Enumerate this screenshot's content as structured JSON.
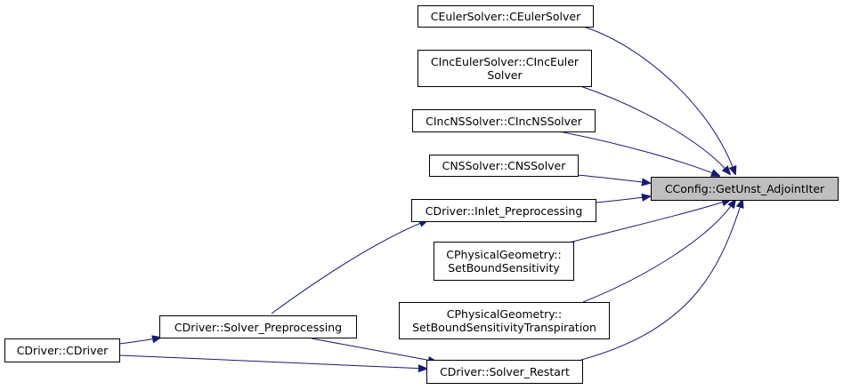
{
  "graph": {
    "colors": {
      "edge": "#191970",
      "focus_fill": "#bfbfbf",
      "node_border": "#000000"
    },
    "nodes": {
      "target": {
        "label": "CConfig::GetUnst_AdjointIter"
      },
      "ceuler": {
        "label": "CEulerSolver::CEulerSolver"
      },
      "cinceuler": {
        "label": "CIncEulerSolver::CIncEuler\nSolver"
      },
      "cincns": {
        "label": "CIncNSSolver::CIncNSSolver"
      },
      "cns": {
        "label": "CNSSolver::CNSSolver"
      },
      "inlet": {
        "label": "CDriver::Inlet_Preprocessing"
      },
      "boundsens": {
        "label": "CPhysicalGeometry::\nSetBoundSensitivity"
      },
      "boundsenstrans": {
        "label": "CPhysicalGeometry::\nSetBoundSensitivityTranspiration"
      },
      "solverpre": {
        "label": "CDriver::Solver_Preprocessing"
      },
      "cdriver": {
        "label": "CDriver::CDriver"
      },
      "restart": {
        "label": "CDriver::Solver_Restart"
      }
    }
  }
}
